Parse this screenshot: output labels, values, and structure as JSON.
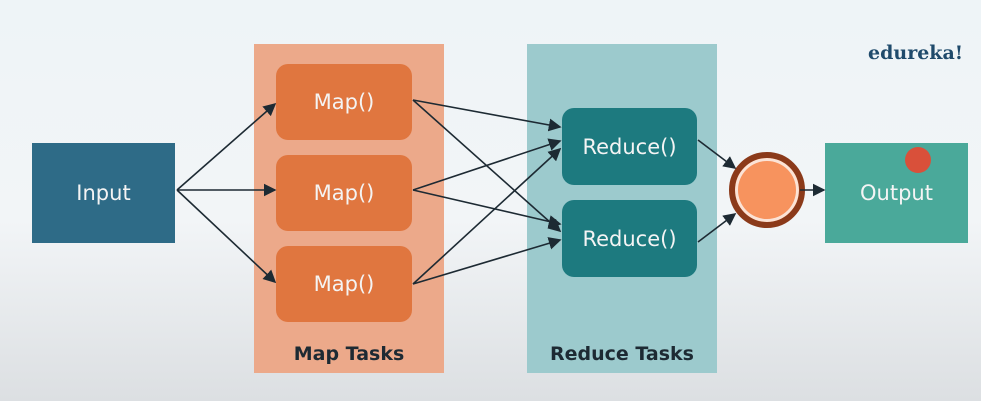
{
  "logo": "edureka!",
  "input": "Input",
  "map_panel": "Map Tasks",
  "maps": [
    "Map()",
    "Map()",
    "Map()"
  ],
  "reduce_panel": "Reduce Tasks",
  "reduces": [
    "Reduce()",
    "Reduce()"
  ],
  "output": "Output",
  "colors": {
    "input": "#2e6b87",
    "map": "#e0763f",
    "map_panel": "#eca98a",
    "reduce": "#1d7a7f",
    "reduce_panel": "#9ccacd",
    "output": "#4aa99a"
  }
}
